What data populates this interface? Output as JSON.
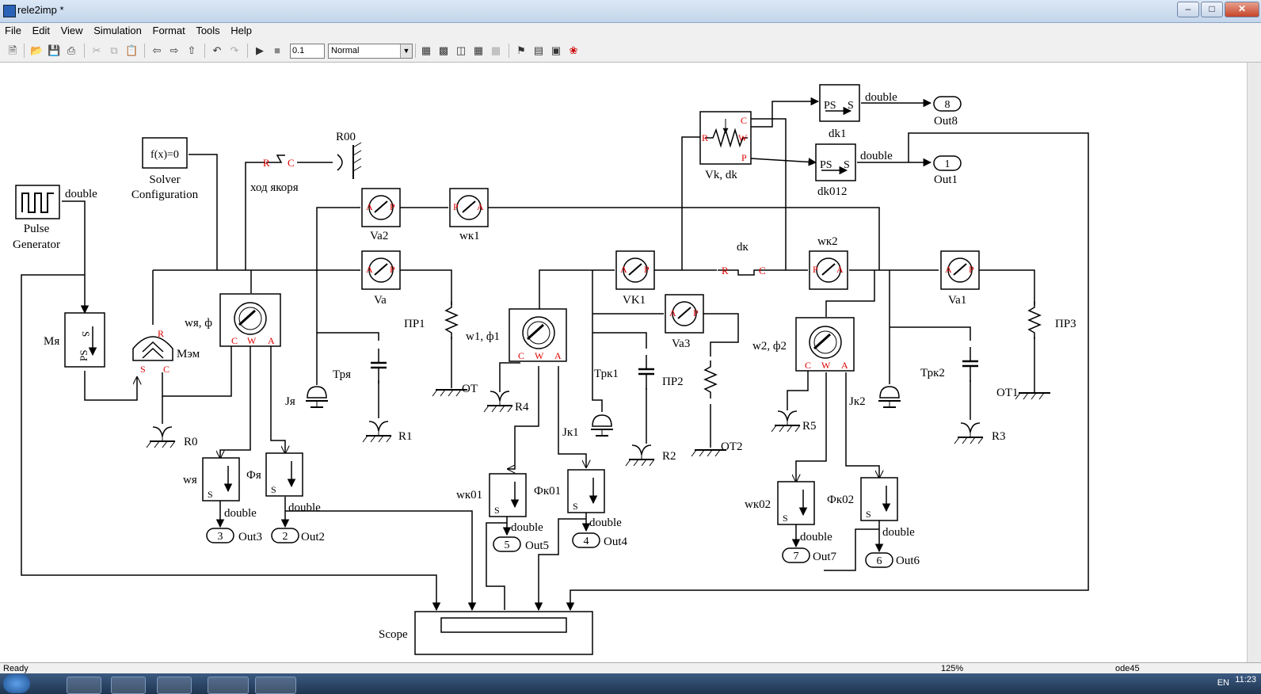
{
  "window": {
    "title": "rele2imp *"
  },
  "menu": {
    "items": [
      "File",
      "Edit",
      "View",
      "Simulation",
      "Format",
      "Tools",
      "Help"
    ]
  },
  "toolbar": {
    "stop_time": "0.1",
    "sim_mode": "Normal"
  },
  "blocks": {
    "pulse": {
      "line1": "Pulse",
      "line2": "Generator",
      "out": "double"
    },
    "solver": {
      "label": "f(x)=0",
      "line1": "Solver",
      "line2": "Configuration"
    },
    "r00": "R00",
    "hod": "ход якоря",
    "mya": "Мя",
    "mem": "Мэм",
    "wya_phi": "wя, ф",
    "r0": "R0",
    "wya": "wя",
    "phiya": "Фя",
    "double": "double",
    "jya": "Jя",
    "trya": "Тря",
    "r1": "R1",
    "va2": "Va2",
    "va": "Va",
    "wk1": "wк1",
    "pr1": "ПР1",
    "ot": "ОТ",
    "w1phi1": "w1, ф1",
    "r4": "R4",
    "jk1": "Jк1",
    "vk1": "VK1",
    "va3": "Va3",
    "trk1": "Трк1",
    "pr2": "ПР2",
    "r2": "R2",
    "ot2": "ОТ2",
    "wk01": "wк01",
    "phik01": "Фк01",
    "vkdk": "Vk, dk",
    "dk": "dк",
    "wk2": "wк2",
    "dk1": "dk1",
    "dk012": "dk012",
    "va1": "Va1",
    "pr3": "ПР3",
    "w2phi2": "w2, ф2",
    "r5": "R5",
    "jk2": "Jк2",
    "trk2": "Трк2",
    "r3": "R3",
    "ot1": "ОТ1",
    "wk02": "wк02",
    "phik02": "Фк02",
    "scope": "Scope",
    "ps": "PS",
    "s": "S"
  },
  "outports": [
    {
      "num": "3",
      "label": "Out3"
    },
    {
      "num": "2",
      "label": "Out2"
    },
    {
      "num": "5",
      "label": "Out5"
    },
    {
      "num": "4",
      "label": "Out4"
    },
    {
      "num": "7",
      "label": "Out7"
    },
    {
      "num": "6",
      "label": "Out6"
    },
    {
      "num": "8",
      "label": "Out8"
    },
    {
      "num": "1",
      "label": "Out1"
    }
  ],
  "status": {
    "left": "Ready",
    "zoom": "125%",
    "solver": "ode45"
  },
  "taskbar": {
    "lang": "EN",
    "time": "11:23"
  }
}
